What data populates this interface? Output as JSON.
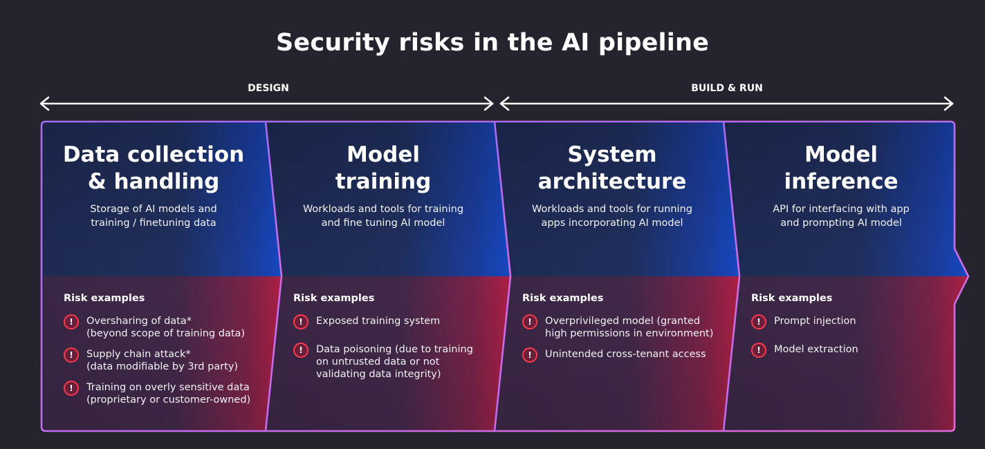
{
  "title": "Security risks in the AI pipeline",
  "phases": {
    "design": "DESIGN",
    "build_run": "BUILD & RUN"
  },
  "colors": {
    "background": "#25242e",
    "panel_top": "#1f2c55",
    "panel_blue_accent": "#1646b8",
    "panel_bottom": "#3a2848",
    "panel_red_accent": "#b31f45",
    "border": "#c56cf0",
    "risk_icon": "#ff3a4c"
  },
  "stages": [
    {
      "title": "Data collection\n& handling",
      "description": "Storage of AI models and\ntraining / finetuning data",
      "risk_heading": "Risk examples",
      "risks": [
        "Oversharing of data*\n(beyond scope of training data)",
        "Supply chain attack*\n(data modifiable by 3rd party)",
        "Training on overly sensitive data\n(proprietary or customer-owned)"
      ]
    },
    {
      "title": "Model\ntraining",
      "description": "Workloads and tools for training\nand fine tuning AI model",
      "risk_heading": "Risk examples",
      "risks": [
        "Exposed training system",
        "Data poisoning (due to training\non untrusted data or not\nvalidating data integrity)"
      ]
    },
    {
      "title": "System\narchitecture",
      "description": "Workloads and tools for running\napps incorporating AI model",
      "risk_heading": "Risk examples",
      "risks": [
        "Overprivileged model (granted\nhigh permissions in environment)",
        "Unintended cross-tenant access"
      ]
    },
    {
      "title": "Model\ninference",
      "description": "API for interfacing with app\nand prompting AI model",
      "risk_heading": "Risk examples",
      "risks": [
        "Prompt injection",
        "Model extraction"
      ]
    }
  ]
}
